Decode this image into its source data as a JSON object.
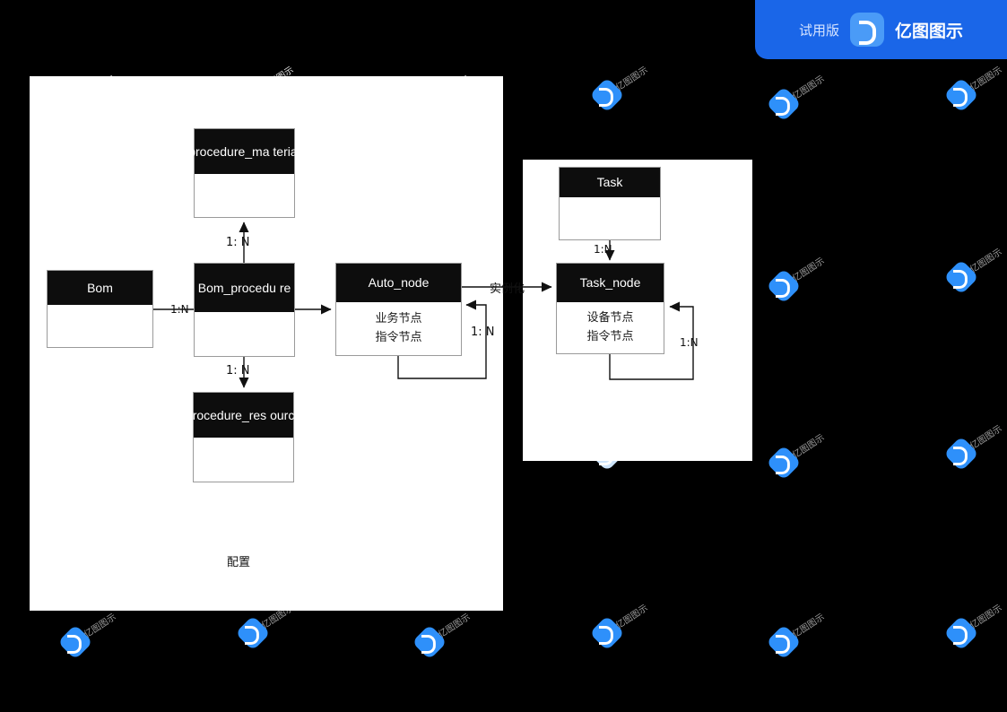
{
  "banner": {
    "trial_label": "试用版",
    "brand_label": "亿图图示",
    "logo_icon": "edraw-logo-icon",
    "background_color": "#1a66e8"
  },
  "watermark": {
    "text": "亿图图示",
    "icon": "edraw-watermark-icon"
  },
  "canvas": {
    "background_color": "#000000",
    "panel_color": "#ffffff"
  },
  "diagram": {
    "type": "er-diagram",
    "panels": [
      {
        "name": "configuration-panel",
        "caption": "配置"
      },
      {
        "name": "runtime-panel",
        "caption": ""
      }
    ],
    "entities": [
      {
        "id": "procedure_material",
        "title": "procedure_material",
        "title_lines": [
          "procedure_ma",
          "terial"
        ],
        "attributes": []
      },
      {
        "id": "bom",
        "title": "Bom",
        "title_lines": [
          "Bom"
        ],
        "attributes": []
      },
      {
        "id": "bom_procedure",
        "title": "Bom_procedure",
        "title_lines": [
          "Bom_procedu",
          "re"
        ],
        "attributes": []
      },
      {
        "id": "procedure_resource",
        "title": "procedure_resource",
        "title_lines": [
          "procedure_res",
          "ource"
        ],
        "attributes": []
      },
      {
        "id": "auto_node",
        "title": "Auto_node",
        "title_lines": [
          "Auto_node"
        ],
        "attributes": [
          "业务节点",
          "指令节点"
        ]
      },
      {
        "id": "task",
        "title": "Task",
        "title_lines": [
          "Task"
        ],
        "attributes": []
      },
      {
        "id": "task_node",
        "title": "Task_node",
        "title_lines": [
          "Task_node"
        ],
        "attributes": [
          "设备节点",
          "指令节点"
        ]
      }
    ],
    "relations": [
      {
        "from": "bom_procedure",
        "to": "procedure_material",
        "label": "1: N"
      },
      {
        "from": "bom_procedure",
        "to": "procedure_resource",
        "label": "1: N"
      },
      {
        "from": "bom",
        "to": "bom_procedure",
        "label": "1:N"
      },
      {
        "from": "bom_procedure",
        "to": "auto_node",
        "label": ""
      },
      {
        "from": "auto_node",
        "to": "auto_node",
        "label": "1: N"
      },
      {
        "from": "auto_node",
        "to": "task_node",
        "label": "实例化"
      },
      {
        "from": "task",
        "to": "task_node",
        "label": "1:N"
      },
      {
        "from": "task_node",
        "to": "task_node",
        "label": "1:N"
      }
    ],
    "annotations": [
      {
        "name": "configure-note",
        "text": "配置"
      },
      {
        "name": "instantiate-note",
        "text": "实例化"
      }
    ]
  }
}
